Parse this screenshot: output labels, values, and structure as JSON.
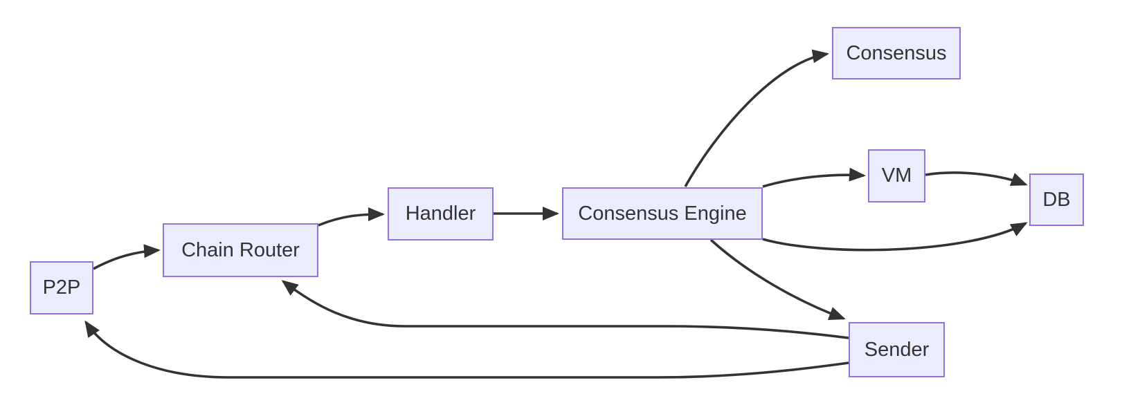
{
  "diagram": {
    "type": "flowchart",
    "direction": "left-to-right",
    "colors": {
      "background": "#FFFFFF",
      "node_fill": "#ECECFF",
      "node_border": "#9370DB",
      "edge_stroke": "#333333",
      "text": "#333333"
    },
    "nodes": {
      "p2p": {
        "label": "P2P"
      },
      "chain_router": {
        "label": "Chain Router"
      },
      "handler": {
        "label": "Handler"
      },
      "consensus_engine": {
        "label": "Consensus Engine"
      },
      "consensus": {
        "label": "Consensus"
      },
      "vm": {
        "label": "VM"
      },
      "db": {
        "label": "DB"
      },
      "sender": {
        "label": "Sender"
      }
    },
    "edges": [
      {
        "from": "P2P",
        "to": "Chain Router"
      },
      {
        "from": "Chain Router",
        "to": "Handler"
      },
      {
        "from": "Handler",
        "to": "Consensus Engine"
      },
      {
        "from": "Consensus Engine",
        "to": "Consensus"
      },
      {
        "from": "Consensus Engine",
        "to": "VM"
      },
      {
        "from": "VM",
        "to": "DB"
      },
      {
        "from": "Consensus Engine",
        "to": "DB"
      },
      {
        "from": "Consensus Engine",
        "to": "Sender"
      },
      {
        "from": "Sender",
        "to": "Chain Router"
      },
      {
        "from": "Sender",
        "to": "P2P"
      }
    ]
  }
}
